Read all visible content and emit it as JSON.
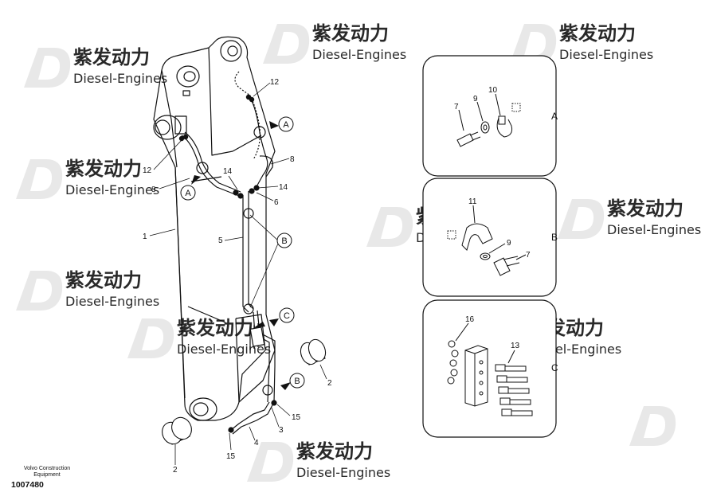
{
  "watermark": {
    "brand_cn": "紫发动力",
    "brand_en": "Diesel-Engines",
    "color": "#e6e6e6"
  },
  "callouts": {
    "boom": "1",
    "bushing_left": "2",
    "bushing_right": "2",
    "pipe_lower": "3",
    "hose_lower": "4",
    "pipe_main": "5",
    "hose_upper": "6",
    "hose_right": "8",
    "hose_left": "8",
    "fitting_top": "12",
    "fitting_left": "12",
    "elbow_left": "14",
    "elbow_right": "14",
    "plug_left": "15",
    "plug_right": "15"
  },
  "references": {
    "a_top": "A",
    "a_left": "A",
    "b_upper": "B",
    "b_lower": "B",
    "c": "C"
  },
  "details": [
    {
      "key": "A",
      "parts": [
        "7",
        "9",
        "10"
      ]
    },
    {
      "key": "B",
      "parts": [
        "11",
        "9",
        "7"
      ]
    },
    {
      "key": "C",
      "parts": [
        "16",
        "13"
      ]
    }
  ],
  "footer": {
    "maker_line1": "Volvo Construction",
    "maker_line2": "Equipment",
    "doc_number": "1007480"
  }
}
